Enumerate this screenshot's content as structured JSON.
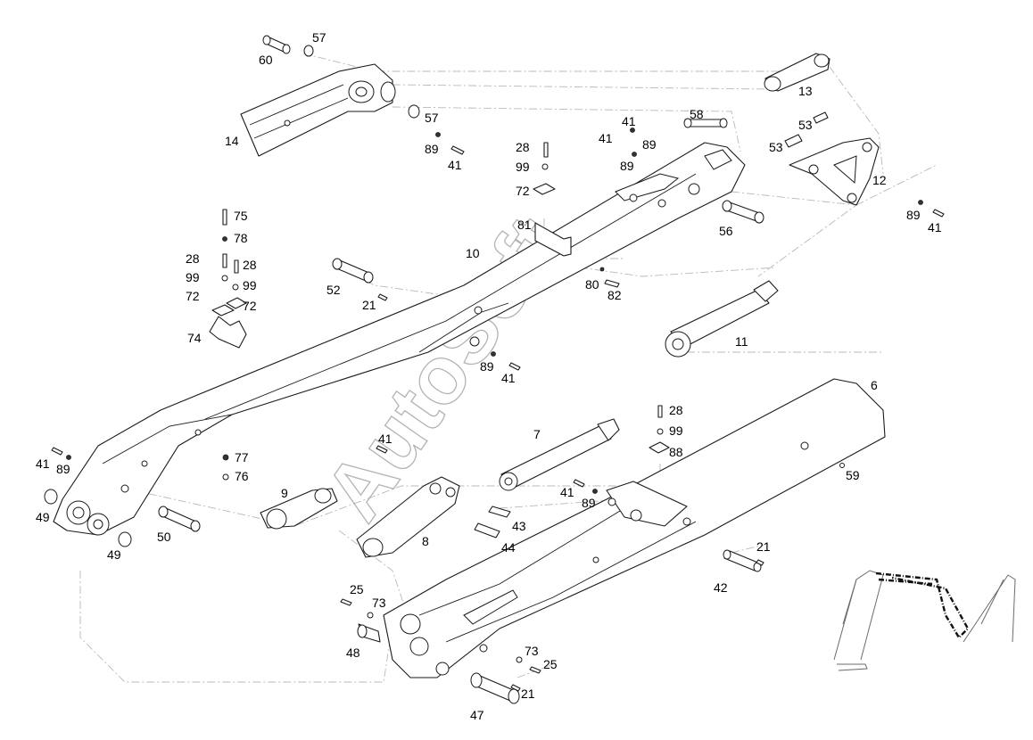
{
  "diagram": {
    "watermark": "AutoSoft",
    "part_labels": {
      "p6": "6",
      "p7": "7",
      "p8": "8",
      "p9": "9",
      "p10": "10",
      "p11": "11",
      "p12": "12",
      "p13": "13",
      "p14": "14",
      "p21": "21",
      "p25": "25",
      "p28": "28",
      "p41": "41",
      "p42": "42",
      "p43": "43",
      "p44": "44",
      "p47": "47",
      "p48": "48",
      "p49": "49",
      "p50": "50",
      "p52": "52",
      "p53": "53",
      "p56": "56",
      "p57": "57",
      "p58": "58",
      "p59": "59",
      "p60": "60",
      "p72": "72",
      "p73": "73",
      "p74": "74",
      "p75": "75",
      "p76": "76",
      "p77": "77",
      "p78": "78",
      "p80": "80",
      "p81": "81",
      "p82": "82",
      "p88": "88",
      "p89": "89",
      "p99": "99"
    },
    "colors": {
      "lines": "#1a1a1a",
      "leaders": "#b8b8b8",
      "watermark": "#9a9a9a",
      "highlight": "#111111"
    }
  }
}
